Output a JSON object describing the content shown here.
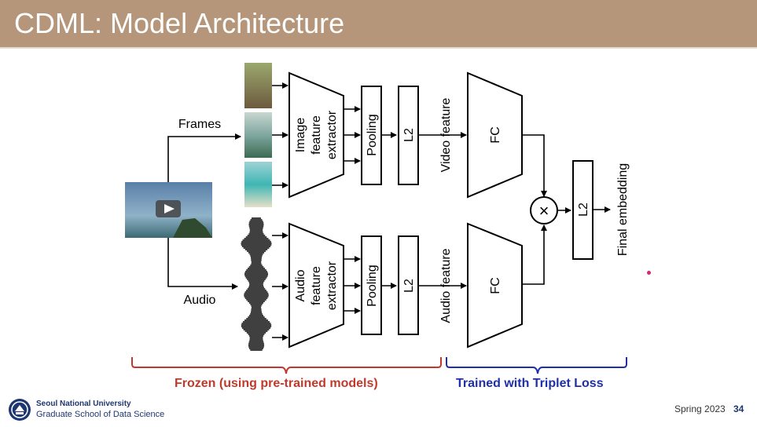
{
  "slide": {
    "title": "CDML: Model Architecture"
  },
  "diagram": {
    "frames_label": "Frames",
    "audio_label": "Audio",
    "image_extractor": [
      "Image",
      "feature",
      "extractor"
    ],
    "audio_extractor": [
      "Audio",
      "feature",
      "extractor"
    ],
    "pooling_label": "Pooling",
    "l2_label": "L2",
    "video_feature_label": "Video feature",
    "audio_feature_label": "Audio feature",
    "fc_label": "FC",
    "multiply_symbol": "×",
    "final_l2_label": "L2",
    "final_embedding_label": "Final embedding",
    "frozen_label": "Frozen (using pre-trained models)",
    "trained_label": "Trained with Triplet Loss",
    "colors": {
      "title_bar": "#b5967a",
      "frozen": "#c0392b",
      "trained": "#1e2fa8",
      "footer_text": "#1e3770",
      "accent_dot": "#d4287a"
    }
  },
  "footer": {
    "university": "Seoul National University",
    "school": "Graduate School of Data Science",
    "term": "Spring 2023",
    "page": "34"
  },
  "icons": [
    "play-icon",
    "university-logo-icon"
  ]
}
